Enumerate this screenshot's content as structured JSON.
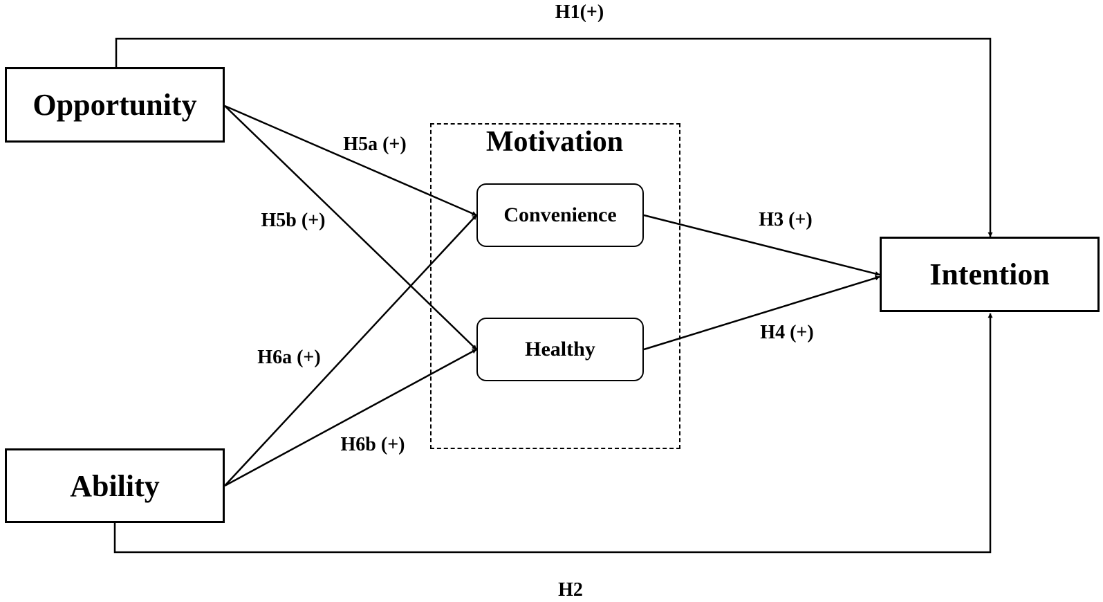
{
  "diagram": {
    "nodes": {
      "opportunity": "Opportunity",
      "ability": "Ability",
      "convenience": "Convenience",
      "healthy": "Healthy",
      "intention": "Intention"
    },
    "group_label": "Motivation",
    "edges": {
      "h1": "H1(+)",
      "h2": "H2",
      "h3": "H3 (+)",
      "h4": "H4 (+)",
      "h5a": "H5a (+)",
      "h5b": "H5b (+)",
      "h6a": "H6a (+)",
      "h6b": "H6b (+)"
    },
    "colors": {
      "line": "#000000",
      "background": "#ffffff"
    }
  }
}
